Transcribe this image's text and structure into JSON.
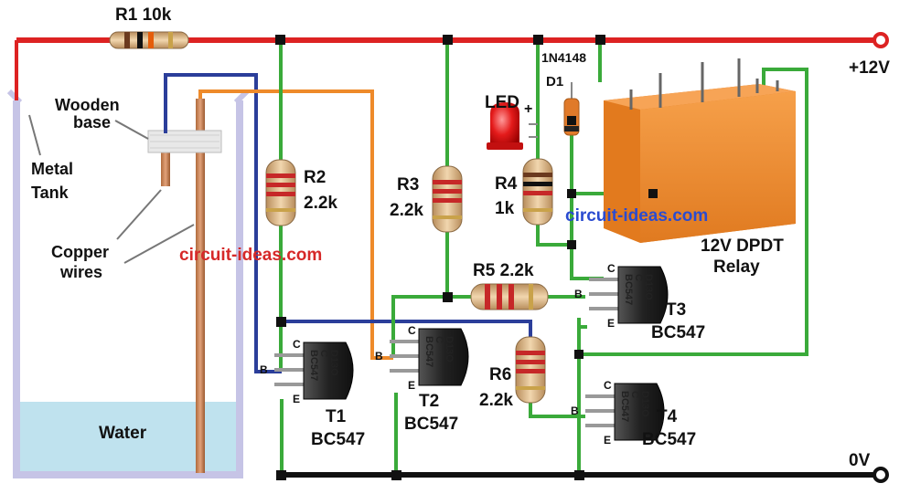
{
  "colors": {
    "positive_rail": "#dd2222",
    "ground_rail": "#111111",
    "green_wire": "#3aaa3a",
    "blue_wire": "#2b3e9a",
    "orange_wire": "#ee8a2a",
    "tank": "#c6c4e6",
    "water": "#bfe2ee",
    "relay": "#f08c2c",
    "watermark_red": "#d62828",
    "watermark_blue": "#2a4bd0"
  },
  "labels": {
    "r1": "R1 10k",
    "supply": "+12V",
    "ground": "0V",
    "wooden_base": [
      "Wooden",
      "base"
    ],
    "metal_tank": [
      "Metal",
      "Tank"
    ],
    "copper_wires": [
      "Copper",
      "wires"
    ],
    "water": "Water",
    "r2": [
      "R2",
      "2.2k"
    ],
    "r3": [
      "R3",
      "2.2k"
    ],
    "r4": [
      "R4",
      "1k"
    ],
    "r5": "R5 2.2k",
    "r6": [
      "R6",
      "2.2k"
    ],
    "led": "LED",
    "led_plus": "+",
    "diode_type": "1N4148",
    "diode_ref": "D1",
    "relay": [
      "12V DPDT",
      "Relay"
    ],
    "watermark": "circuit-ideas.com",
    "t1": [
      "T1",
      "BC547"
    ],
    "t2": [
      "T2",
      "BC547"
    ],
    "t3": [
      "T3",
      "BC547"
    ],
    "t4": [
      "T4",
      "BC547"
    ],
    "pin_c": "C",
    "pin_b": "B",
    "pin_e": "E",
    "body_mark_1": "D13O",
    "body_mark_2": "C",
    "body_mark_3": "BC547"
  }
}
